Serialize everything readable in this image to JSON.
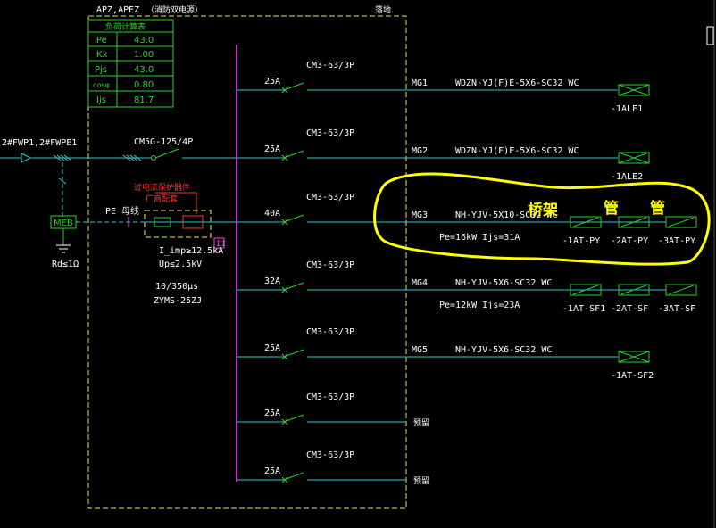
{
  "panel": {
    "title": "APZ,APEZ",
    "title_note": "（消防双电源）",
    "corner_label": "落地"
  },
  "load_table": {
    "header": "负荷计算表",
    "rows": [
      {
        "k": "Pe",
        "v": "43.0"
      },
      {
        "k": "Kx",
        "v": "1.00"
      },
      {
        "k": "Pjs",
        "v": "43.0"
      },
      {
        "k": "cosφ",
        "v": "0.80"
      },
      {
        "k": "Ijs",
        "v": "81.7"
      }
    ]
  },
  "incoming": {
    "source": "2#FWP1,2#FWPE1",
    "main_breaker": "CM5G-125/4P",
    "meb": "MEB",
    "pe_label": "PE 母线",
    "ground": "Rd≤1Ω"
  },
  "spd": {
    "title": "过电流保护器件",
    "subtitle": "厂商配套",
    "lines": [
      "I_imp≥12.5kA",
      "Up≤2.5kV",
      "10/350μs",
      "ZYMS-25ZJ"
    ],
    "tag": "I1"
  },
  "circuits": [
    {
      "breaker": "CM3-63/3P",
      "current": "25A",
      "id": "MG1",
      "cable": "WDZN-YJ(F)E-5X6-SC32 WC",
      "loads": [
        "-1ALE1"
      ],
      "info": ""
    },
    {
      "breaker": "CM3-63/3P",
      "current": "25A",
      "id": "MG2",
      "cable": "WDZN-YJ(F)E-5X6-SC32 WC",
      "loads": [
        "-1ALE2"
      ],
      "info": ""
    },
    {
      "breaker": "CM3-63/3P",
      "current": "40A",
      "id": "MG3",
      "cable": "NH-YJV-5X10-SC32 WC",
      "loads": [
        "-1AT-PY",
        "-2AT-PY",
        "-3AT-PY"
      ],
      "info": "Pe=16kW   Ijs=31A"
    },
    {
      "breaker": "CM3-63/3P",
      "current": "32A",
      "id": "MG4",
      "cable": "NH-YJV-5X6-SC32 WC",
      "loads": [
        "-1AT-SF1",
        "-2AT-SF",
        "-3AT-SF"
      ],
      "info": "Pe=12kW   Ijs=23A"
    },
    {
      "breaker": "CM3-63/3P",
      "current": "25A",
      "id": "MG5",
      "cable": "NH-YJV-5X6-SC32 WC",
      "loads": [
        "-1AT-SF2"
      ],
      "info": ""
    },
    {
      "breaker": "CM3-63/3P",
      "current": "25A",
      "id": "",
      "cable": "",
      "loads": [],
      "info": "",
      "spare": "预留"
    },
    {
      "breaker": "CM3-63/3P",
      "current": "25A",
      "id": "",
      "cable": "",
      "loads": [],
      "info": "",
      "spare": "预留"
    }
  ],
  "annotations": {
    "bridge": "桥架",
    "pipe1": "管",
    "pipe2": "管"
  },
  "colors": {
    "background": "#000000",
    "feeder": "#28c8d0",
    "breaker": "#28d228",
    "frame": "#e8e85a",
    "busbar": "#ff40ff",
    "markup": "#ffff00",
    "text": "#ffffff"
  }
}
